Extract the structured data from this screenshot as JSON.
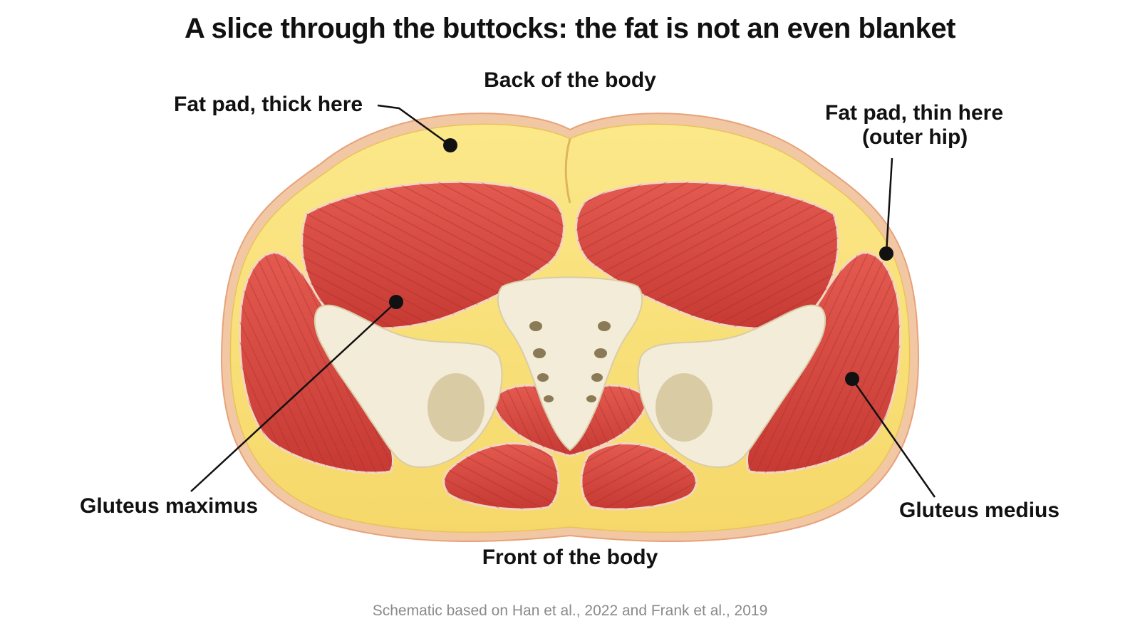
{
  "title": "A slice through the buttocks: the fat is not an even blanket",
  "labels": {
    "back": "Back of the body",
    "front": "Front of the body",
    "fat_thick": "Fat pad, thick here",
    "fat_thin_line1": "Fat pad, thin here",
    "fat_thin_line2": "(outer hip)",
    "gluteus_maximus": "Gluteus maximus",
    "gluteus_medius": "Gluteus medius"
  },
  "caption": "Schematic based on Han et al., 2022 and Frank et al., 2019",
  "colors": {
    "skin": "#f2c7a4",
    "fat": "#f9e07a",
    "muscle": "#d9473f",
    "bone": "#f3ecd9",
    "leader": "#111111"
  }
}
